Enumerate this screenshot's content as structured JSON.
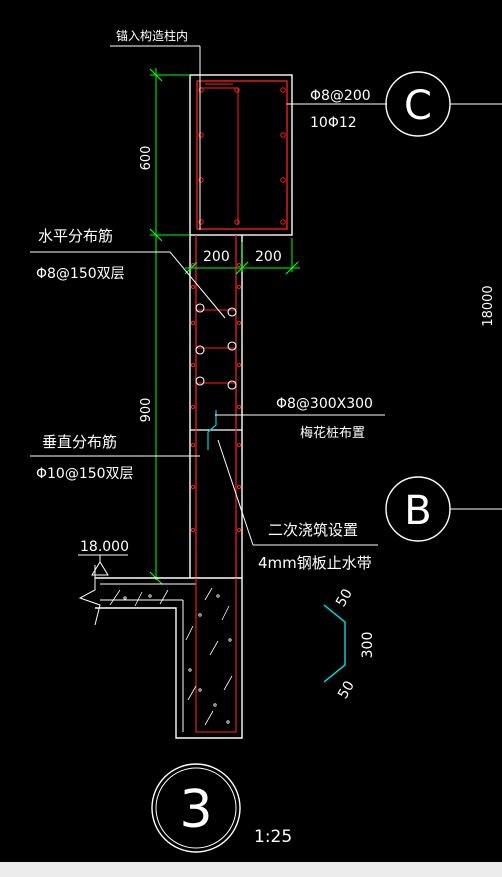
{
  "labels": {
    "anchor_note": "锚入构造柱内",
    "top_rebar_spacing": "Φ8@200",
    "top_rebar_main": "10Φ12",
    "axis_c": "C",
    "axis_b": "B",
    "dim_600": "600",
    "dim_900": "900",
    "dim_200_left": "200",
    "dim_200_right": "200",
    "right_dim": "18000",
    "horiz_rebar_title": "水平分布筋",
    "horiz_rebar_spec": "Φ8@150双层",
    "tie_spec": "Φ8@300X300",
    "tie_note": "梅花桩布置",
    "vert_rebar_title": "垂直分布筋",
    "vert_rebar_spec": "Φ10@150双层",
    "pour_note": "二次浇筑设置",
    "waterstop_note": "4mm钢板止水带",
    "elevation": "18.000",
    "ws_dim_50_top": "50",
    "ws_dim_300": "300",
    "ws_dim_50_bottom": "50",
    "detail_number": "3",
    "scale": "1:25"
  },
  "colors": {
    "background": "#000000",
    "text": "#ffffff",
    "outline": "#ffffff",
    "rebar": "#ff2020",
    "dimension": "#00ff00",
    "waterstop": "#00d0d0"
  }
}
